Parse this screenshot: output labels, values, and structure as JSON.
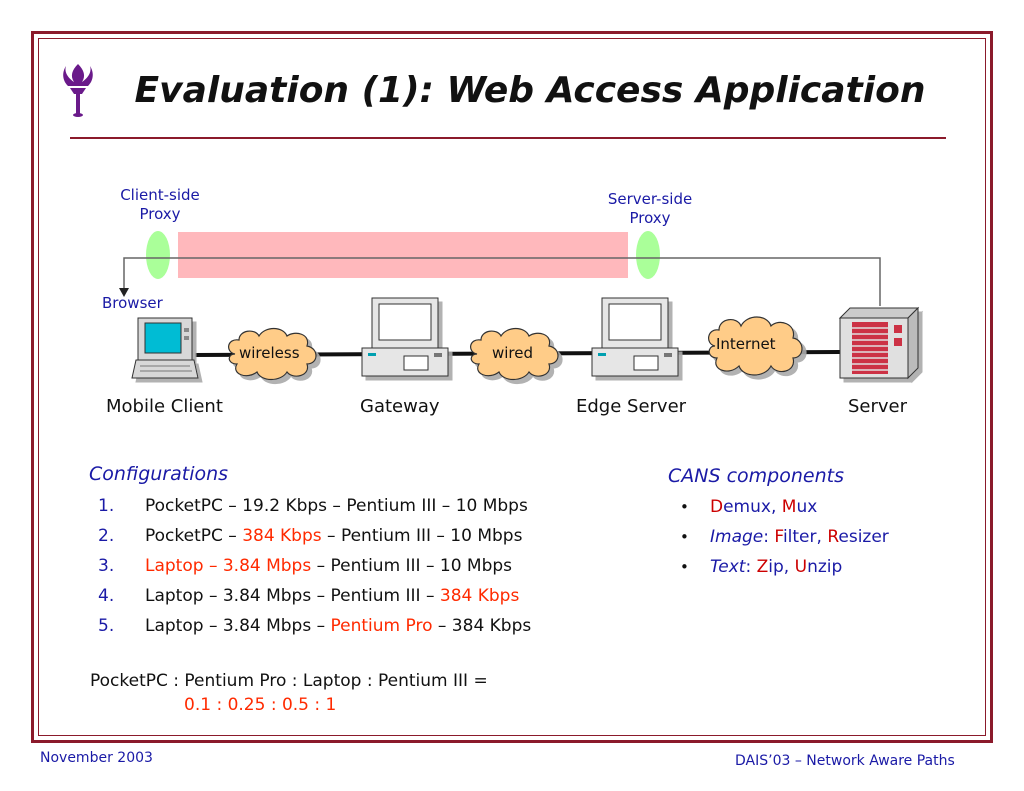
{
  "header": {
    "title": "Evaluation (1): Web Access Application"
  },
  "diagram": {
    "client_proxy_label": "Client-side\nProxy",
    "server_proxy_label": "Server-side\nProxy",
    "browser_label": "Browser",
    "clouds": {
      "wireless": "wireless",
      "wired": "wired",
      "internet": "Internet"
    },
    "nodes": {
      "mobile_client": "Mobile Client",
      "gateway": "Gateway",
      "edge_server": "Edge Server",
      "server": "Server"
    }
  },
  "configurations": {
    "heading": "Configurations",
    "items": [
      {
        "num": "1.",
        "parts": [
          {
            "text": "PocketPC – 19.2 Kbps – Pentium III – 10 Mbps",
            "hl": false
          }
        ]
      },
      {
        "num": "2.",
        "parts": [
          {
            "text": "PocketPC – ",
            "hl": false
          },
          {
            "text": "384 Kbps",
            "hl": true
          },
          {
            "text": " – Pentium III – 10 Mbps",
            "hl": false
          }
        ]
      },
      {
        "num": "3.",
        "parts": [
          {
            "text": "Laptop – 3.84 Mbps",
            "hl": true
          },
          {
            "text": " – Pentium III – 10 Mbps",
            "hl": false
          }
        ]
      },
      {
        "num": "4.",
        "parts": [
          {
            "text": "Laptop – 3.84 Mbps – Pentium III – ",
            "hl": false
          },
          {
            "text": "384 Kbps",
            "hl": true
          }
        ]
      },
      {
        "num": "5.",
        "parts": [
          {
            "text": "Laptop – 3.84 Mbps – ",
            "hl": false
          },
          {
            "text": "Pentium Pro",
            "hl": true
          },
          {
            "text": " – 384 Kbps",
            "hl": false
          }
        ]
      }
    ],
    "ratio_line": "PocketPC : Pentium Pro : Laptop : Pentium III =",
    "ratio_values": "0.1 : 0.25 : 0.5 : 1"
  },
  "cans": {
    "heading": "CANS components",
    "items": [
      {
        "parts": [
          {
            "text": "D",
            "hl": true,
            "it": false
          },
          {
            "text": "emux, ",
            "hl": false,
            "it": false
          },
          {
            "text": "M",
            "hl": true,
            "it": false
          },
          {
            "text": "ux",
            "hl": false,
            "it": false
          }
        ]
      },
      {
        "parts": [
          {
            "text": "Image",
            "hl": false,
            "it": true
          },
          {
            "text": ": ",
            "hl": false,
            "it": false
          },
          {
            "text": "F",
            "hl": true,
            "it": false
          },
          {
            "text": "ilter, ",
            "hl": false,
            "it": false
          },
          {
            "text": "R",
            "hl": true,
            "it": false
          },
          {
            "text": "esizer",
            "hl": false,
            "it": false
          }
        ]
      },
      {
        "parts": [
          {
            "text": "Text",
            "hl": false,
            "it": true
          },
          {
            "text": ": ",
            "hl": false,
            "it": false
          },
          {
            "text": "Z",
            "hl": true,
            "it": false
          },
          {
            "text": "ip, ",
            "hl": false,
            "it": false
          },
          {
            "text": "U",
            "hl": true,
            "it": false
          },
          {
            "text": "nzip",
            "hl": false,
            "it": false
          }
        ]
      }
    ]
  },
  "footer": {
    "date": "November 2003",
    "venue": "DAIS’03 – Network Aware Paths"
  },
  "colors": {
    "frame": "#8b1a2b",
    "accent_blue": "#1a1aa6",
    "highlight": "#ff2a00",
    "tunnel": "#ffb8bc",
    "proxy": "#aaff99",
    "cloud": "#ffcc88"
  }
}
